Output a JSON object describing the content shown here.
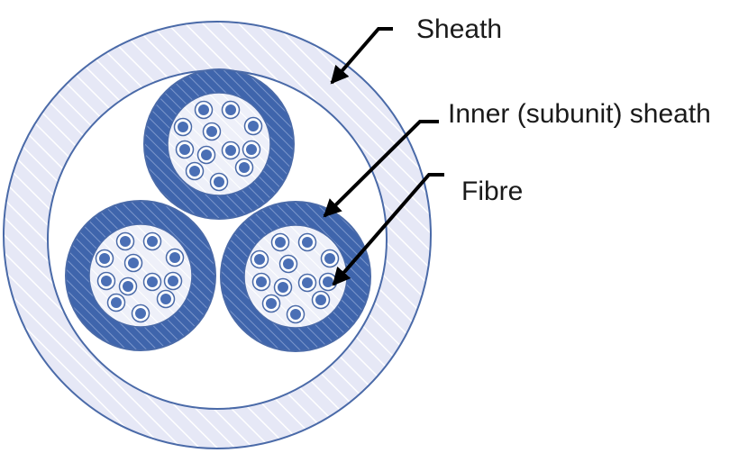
{
  "labels": {
    "sheath": "Sheath",
    "inner_sheath": "Inner (subunit) sheath",
    "fibre": "Fibre"
  },
  "colors": {
    "outer_sheath_fill": "#e6e8f6",
    "outer_sheath_hatch": "#ffffff",
    "inner_sheath_fill": "#3f65ac",
    "inner_sheath_hatch": "#6f8cc4",
    "outline": "#4a6aa8",
    "fibre_core": "#4a6fb5",
    "fibre_ring": "#ffffff",
    "subunit_interior": "#eceef8",
    "arrow": "#000000"
  },
  "subunits": [
    {
      "name": "top",
      "fibre_count": 12
    },
    {
      "name": "bottom-left",
      "fibre_count": 12
    },
    {
      "name": "bottom-right",
      "fibre_count": 12
    }
  ]
}
